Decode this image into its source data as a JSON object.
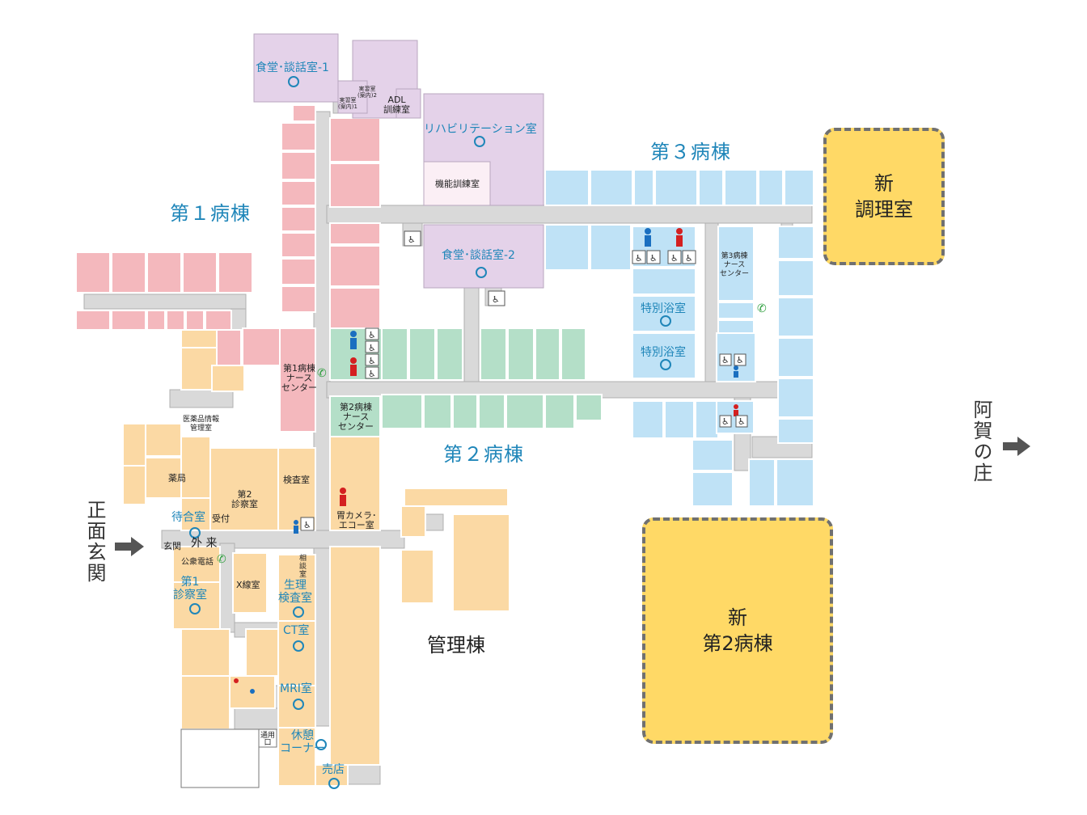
{
  "wards": {
    "ward1": "第１病棟",
    "ward2": "第２病棟",
    "ward3": "第３病棟",
    "admin": "管理棟"
  },
  "new_buildings": {
    "kitchen": "新\n調理室",
    "ward2": "新\n第2病棟"
  },
  "directions": {
    "entrance": "正面玄関",
    "aga": "阿賀の庄"
  },
  "rooms": {
    "dining1": "食堂･談話室-1",
    "dining2": "食堂･談話室-2",
    "adl": "ADL\n訓練室",
    "kitchen_train1": "実習室\n(案内)1",
    "kitchen_train2": "実習室\n(案内)2",
    "rehab": "リハビリテーション室",
    "function_train": "機能訓練室",
    "ns1": "第1病棟\nナース\nセンター",
    "ns2": "第2病棟\nナース\nセンター",
    "ns3": "第3病棟\nナース\nセンター",
    "special_bath1": "特別浴室",
    "special_bath2": "特別浴室",
    "med_info": "医薬品情報\n管理室",
    "pharmacy": "薬局",
    "exam2": "第2\n診察室",
    "lab": "検査室",
    "reception": "受付",
    "gastro": "胃カメラ･\nエコー室",
    "waiting": "待合室",
    "entrance_hall": "玄関",
    "outpatient": "外 来",
    "public_phone": "公衆電話",
    "exam1": "第1\n診察室",
    "xray": "X線室",
    "consult": "相\n談\n室",
    "physio": "生理\n検査室",
    "ct": "CT室",
    "mri": "MRI室",
    "staff_entrance": "通用\n口",
    "rest_corner": "休憩\nコーナー",
    "shop": "売店"
  },
  "colors": {
    "ward1": "#f4b8bd",
    "ward2": "#b4dfc8",
    "ward3": "#bfe2f6",
    "rehab": "#e4d2e9",
    "outpatient": "#fbd9a4",
    "corridor": "#d9d9d9",
    "new": "#ffd966",
    "blue_text": "#1f86b9"
  }
}
